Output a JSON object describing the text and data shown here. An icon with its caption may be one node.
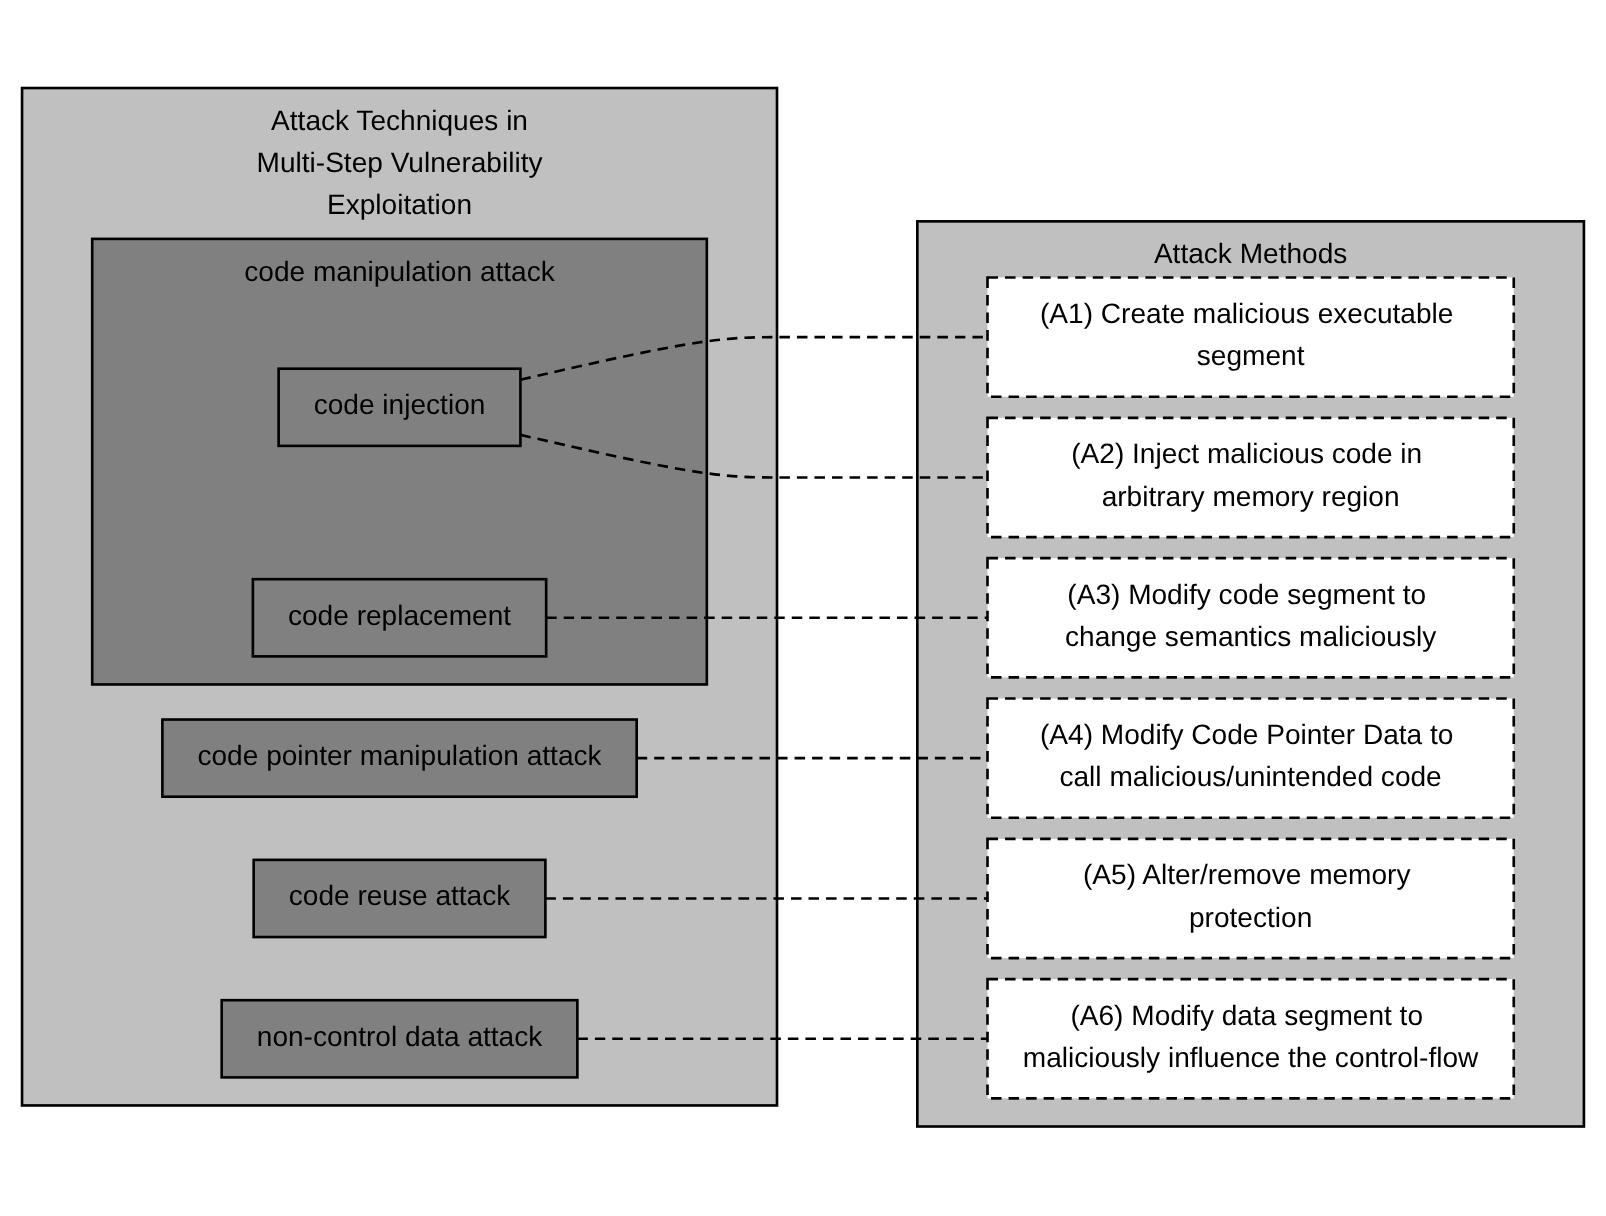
{
  "diagram": {
    "nodes": [
      {
        "text": [
          "Attack Techniques in Multi-Step Vulnerability Exploitation"
        ]
      },
      {
        "text": [
          "code manipulation attack"
        ],
        "in": 0
      },
      {
        "text": [
          "code injection"
        ],
        "in": 1
      },
      {
        "text": [
          "code replacement"
        ],
        "in": 1
      },
      {
        "text": [
          "code pointer manipulation attack"
        ],
        "in": 0
      },
      {
        "text": [
          "code reuse attack"
        ],
        "in": 0
      },
      {
        "text": [
          "non-control data attack"
        ],
        "in": 0
      },
      {
        "text": [
          "Attack Methods"
        ]
      },
      {
        "text": [
          "(A1) Create malicious executable segment"
        ],
        "in": 7
      },
      {
        "text": [
          "(A2) Inject malicious code in arbitrary memory region"
        ],
        "in": 7
      },
      {
        "text": [
          "(A3) Modify code segment to change semantics maliciously"
        ],
        "in": 7
      },
      {
        "text": [
          "(A4) Modify Code Pointer Data to call malicious/unintended code"
        ],
        "in": 7
      },
      {
        "text": [
          "(A5) Alter/remove memory protection"
        ],
        "in": 7
      },
      {
        "text": [
          "(A6) Modify data segment to maliciously influence the control-flow"
        ],
        "in": 7
      }
    ],
    "edges": [
      {
        "from": 2,
        "to": 8,
        "arrow": "none",
        "style": "dashed"
      },
      {
        "from": 2,
        "to": 9,
        "arrow": "none",
        "style": "dashed"
      },
      {
        "from": 3,
        "to": 10,
        "arrow": "none",
        "style": "dashed"
      },
      {
        "from": 4,
        "to": 11,
        "arrow": "none",
        "style": "dashed"
      },
      {
        "from": 5,
        "to": 12,
        "arrow": "none",
        "style": "dashed"
      },
      {
        "from": 6,
        "to": 13,
        "arrow": "none",
        "style": "dashed"
      }
    ]
  }
}
